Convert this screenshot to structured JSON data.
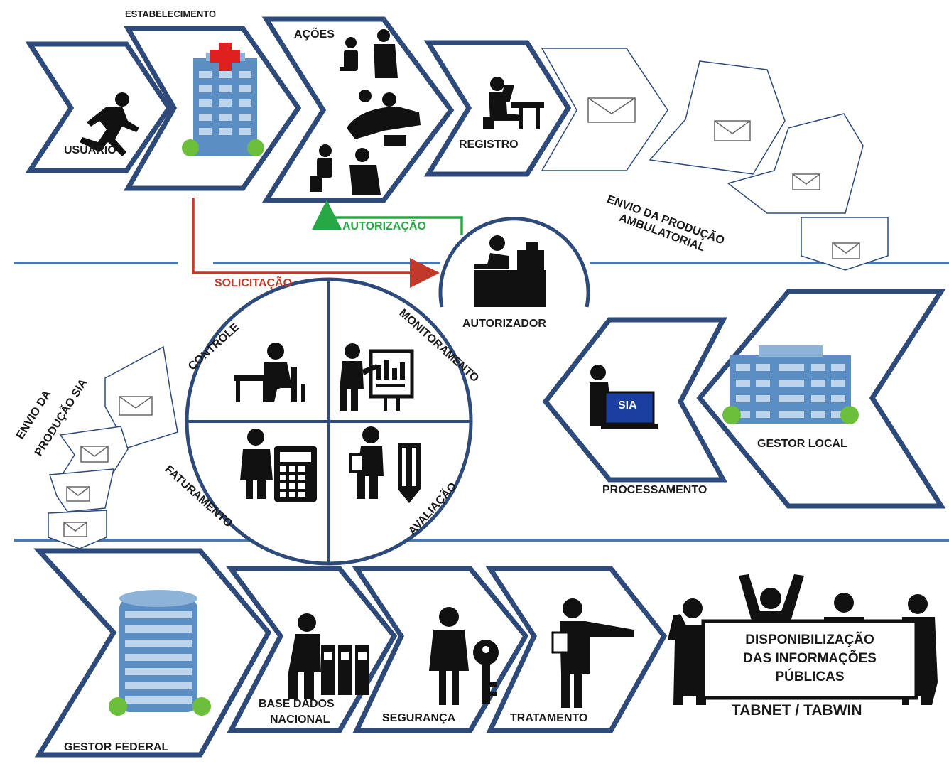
{
  "row1": {
    "usuario": "USUÁRIO",
    "estabelecimento": "ESTABELECIMENTO",
    "acoes": "AÇÕES",
    "registro": "REGISTRO",
    "envio_producao_ambulatorial_1": "ENVIO DA PRODUÇÃO",
    "envio_producao_ambulatorial_2": "AMBULATORIAL"
  },
  "flows": {
    "autorizacao": "AUTORIZAÇÃO",
    "solicitacao": "SOLICITAÇÃO",
    "autorizador": "AUTORIZADOR"
  },
  "row2": {
    "envio_sia_1": "ENVIO DA",
    "envio_sia_2": "PRODUÇÃO SIA",
    "controle": "CONTROLE",
    "monitoramento": "MONITORAMENTO",
    "faturamento": "FATURAMENTO",
    "avaliacao": "AVALIAÇÃO",
    "sia": "SIA",
    "processamento": "PROCESSAMENTO",
    "gestor_local": "GESTOR LOCAL"
  },
  "row3": {
    "gestor_federal": "GESTOR FEDERAL",
    "base_dados_1": "BASE  DADOS",
    "base_dados_2": "NACIONAL",
    "seguranca": "SEGURANÇA",
    "tratamento": "TRATAMENTO",
    "disponibilizacao_1": "DISPONIBILIZAÇÃO",
    "disponibilizacao_2": "DAS INFORMAÇÕES",
    "disponibilizacao_3": "PÚBLICAS",
    "tabnet": "TABNET / TABWIN"
  },
  "colors": {
    "chevron": "#2d4a7a",
    "divider": "#4a78b0",
    "solicitacao": "#c0392b",
    "autorizacao": "#27a844",
    "building": "#5b8fc4",
    "sia_screen": "#1a3fa0"
  }
}
